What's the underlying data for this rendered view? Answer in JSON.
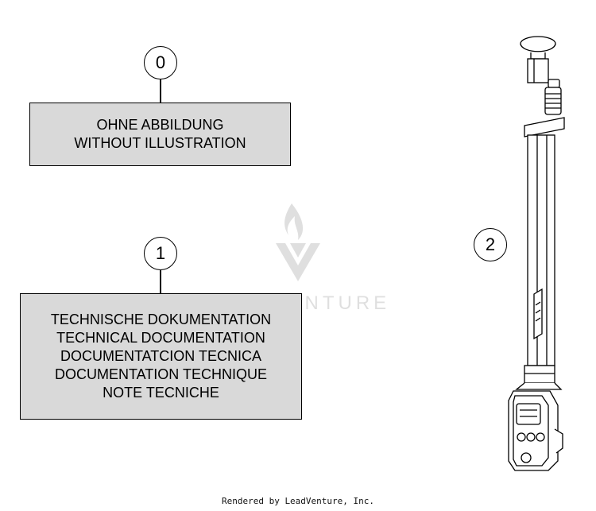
{
  "callouts": {
    "c0": "0",
    "c1": "1",
    "c2": "2"
  },
  "box0": {
    "line1": "OHNE ABBILDUNG",
    "line2": "WITHOUT ILLUSTRATION"
  },
  "box1": {
    "line1": "TECHNISCHE DOKUMENTATION",
    "line2": "TECHNICAL DOCUMENTATION",
    "line3": "DOCUMENTATCION TECNICA",
    "line4": "DOCUMENTATION TECHNIQUE",
    "line5": "NOTE TECNICHE"
  },
  "watermark": {
    "text": "LEADVENTURE"
  },
  "footer": {
    "text": "Rendered by LeadVenture, Inc."
  }
}
